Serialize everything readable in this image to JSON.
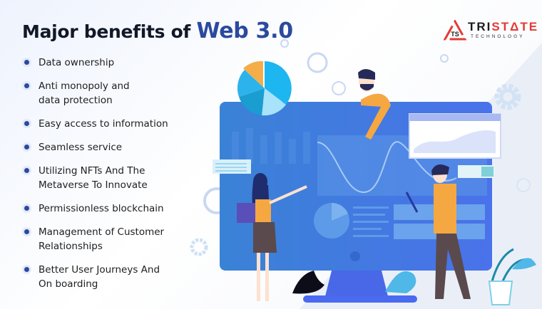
{
  "title": {
    "prefix": "Major benefits of",
    "highlight": "Web 3.0"
  },
  "logo": {
    "name_part1": "TRI",
    "name_part2": "ST",
    "name_part3": "Δ",
    "name_part4": "TE",
    "tagline": "TECHNOLOGY",
    "monogram": "TS"
  },
  "benefits": [
    {
      "line1": "Data ownership",
      "line2": ""
    },
    {
      "line1": "Anti monopoly and",
      "line2": "data protection"
    },
    {
      "line1": "Easy access to information",
      "line2": ""
    },
    {
      "line1": "Seamless service",
      "line2": ""
    },
    {
      "line1": "Utilizing NFTs And The",
      "line2": "Metaverse To Innovate"
    },
    {
      "line1": "Permissionless blockchain",
      "line2": ""
    },
    {
      "line1": "Management of Customer",
      "line2": "Relationships"
    },
    {
      "line1": "Better User Journeys And",
      "line2": "On boarding"
    }
  ],
  "colors": {
    "accent": "#2b4a9e",
    "brand_red": "#e53935",
    "monitor_blue": "#3a7be0",
    "orange": "#f5a742"
  }
}
